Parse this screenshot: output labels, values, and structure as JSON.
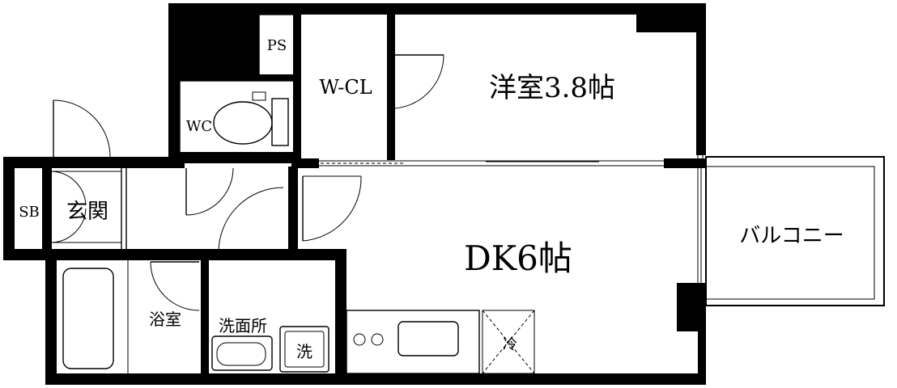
{
  "rooms": {
    "ps": "PS",
    "wcl": "W-CL",
    "western_room": "洋室3.8帖",
    "wc": "WC",
    "sb": "SB",
    "entrance": "玄関",
    "dk": "DK6帖",
    "balcony": "バルコニー",
    "bathroom": "浴室",
    "washroom": "洗面所",
    "washer": "洗",
    "fridge": "冷"
  }
}
